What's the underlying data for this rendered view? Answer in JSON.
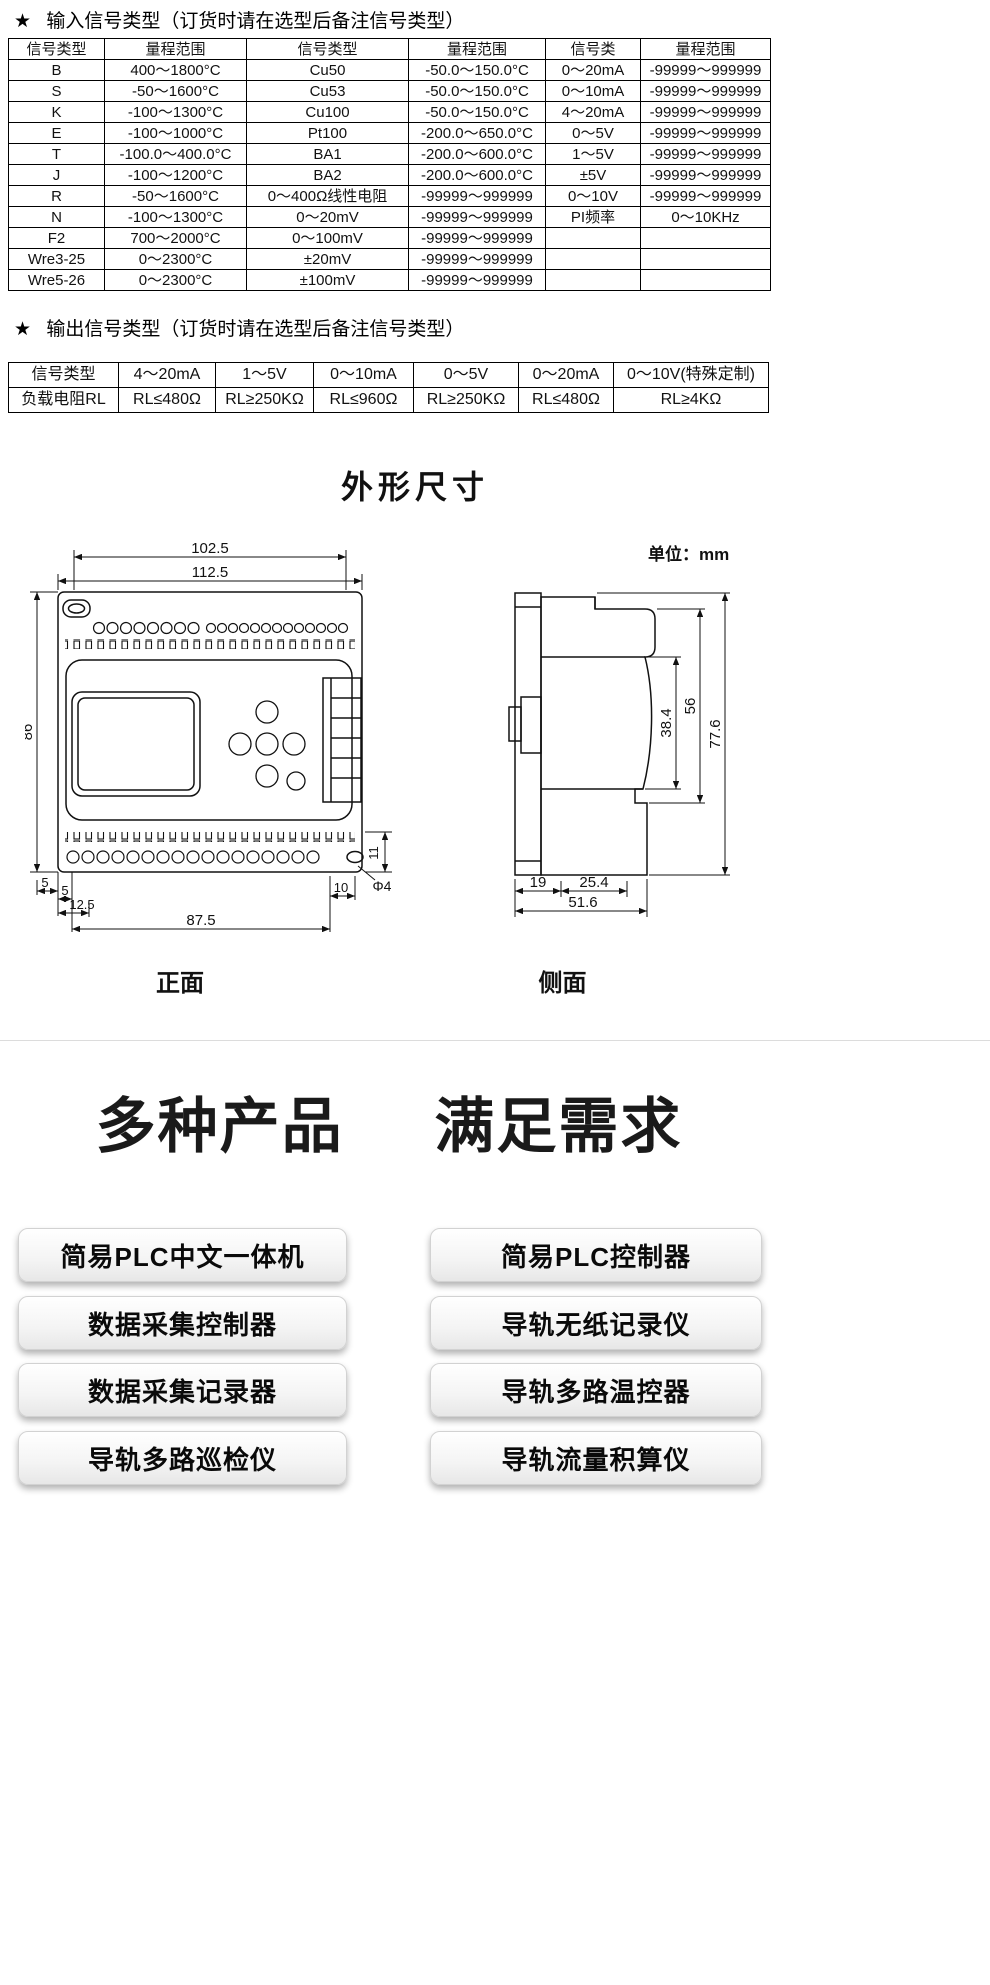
{
  "sections": {
    "input_title_star": "★",
    "input_title": "输入信号类型（订货时请在选型后备注信号类型）",
    "output_title_star": "★",
    "output_title": "输出信号类型（订货时请在选型后备注信号类型）"
  },
  "input_table": {
    "headers": [
      "信号类型",
      "量程范围",
      "信号类型",
      "量程范围",
      "信号类",
      "量程范围"
    ],
    "rows": [
      [
        "B",
        "400～1800°C",
        "Cu50",
        "-50.0～150.0°C",
        "0～20mA",
        "-99999～999999"
      ],
      [
        "S",
        "-50～1600°C",
        "Cu53",
        "-50.0～150.0°C",
        "0～10mA",
        "-99999～999999"
      ],
      [
        "K",
        "-100～1300°C",
        "Cu100",
        "-50.0～150.0°C",
        "4～20mA",
        "-99999～999999"
      ],
      [
        "E",
        "-100～1000°C",
        "Pt100",
        "-200.0～650.0°C",
        "0～5V",
        "-99999～999999"
      ],
      [
        "T",
        "-100.0～400.0°C",
        "BA1",
        "-200.0～600.0°C",
        "1～5V",
        "-99999～999999"
      ],
      [
        "J",
        "-100～1200°C",
        "BA2",
        "-200.0～600.0°C",
        "±5V",
        "-99999～999999"
      ],
      [
        "R",
        "-50～1600°C",
        "0～400Ω线性电阻",
        "-99999～999999",
        "0～10V",
        "-99999～999999"
      ],
      [
        "N",
        "-100～1300°C",
        "0～20mV",
        "-99999～999999",
        "PI频率",
        "0～10KHz"
      ],
      [
        "F2",
        "700～2000°C",
        "0～100mV",
        "-99999～999999",
        "",
        ""
      ],
      [
        "Wre3-25",
        "0～2300°C",
        "±20mV",
        "-99999～999999",
        "",
        ""
      ],
      [
        "Wre5-26",
        "0～2300°C",
        "±100mV",
        "-99999～999999",
        "",
        ""
      ]
    ]
  },
  "output_table": {
    "headers": [
      "信号类型",
      "4～20mA",
      "1～5V",
      "0～10mA",
      "0～5V",
      "0～20mA",
      "0～10V(特殊定制)"
    ],
    "rows": [
      [
        "负载电阻RL",
        "RL≤480Ω",
        "RL≥250KΩ",
        "RL≤960Ω",
        "RL≥250KΩ",
        "RL≤480Ω",
        "RL≥4KΩ"
      ]
    ]
  },
  "outline": {
    "title": "外形尺寸",
    "unit": "单位：mm",
    "front_label": "正面",
    "side_label": "侧面"
  },
  "dims": {
    "front": {
      "w_inner": "102.5",
      "w_outer": "112.5",
      "height": "86",
      "off1": "5",
      "off2": "5",
      "off3": "12.5",
      "width_bottom": "87.5",
      "hole_off": "10",
      "strip_h": "11",
      "hole_dia": "Φ4"
    },
    "side": {
      "depth_arc": "38.4",
      "depth_mid": "56",
      "depth_total": "77.6",
      "b1": "19",
      "b2": "25.4",
      "b3": "51.6"
    }
  },
  "products": {
    "heading_1": "多种产品",
    "heading_2": "满足需求",
    "left": [
      "简易PLC中文一体机",
      "数据采集控制器",
      "数据采集记录器",
      "导轨多路巡检仪"
    ],
    "right": [
      "简易PLC控制器",
      "导轨无纸记录仪",
      "导轨多路温控器",
      "导轨流量积算仪"
    ]
  }
}
